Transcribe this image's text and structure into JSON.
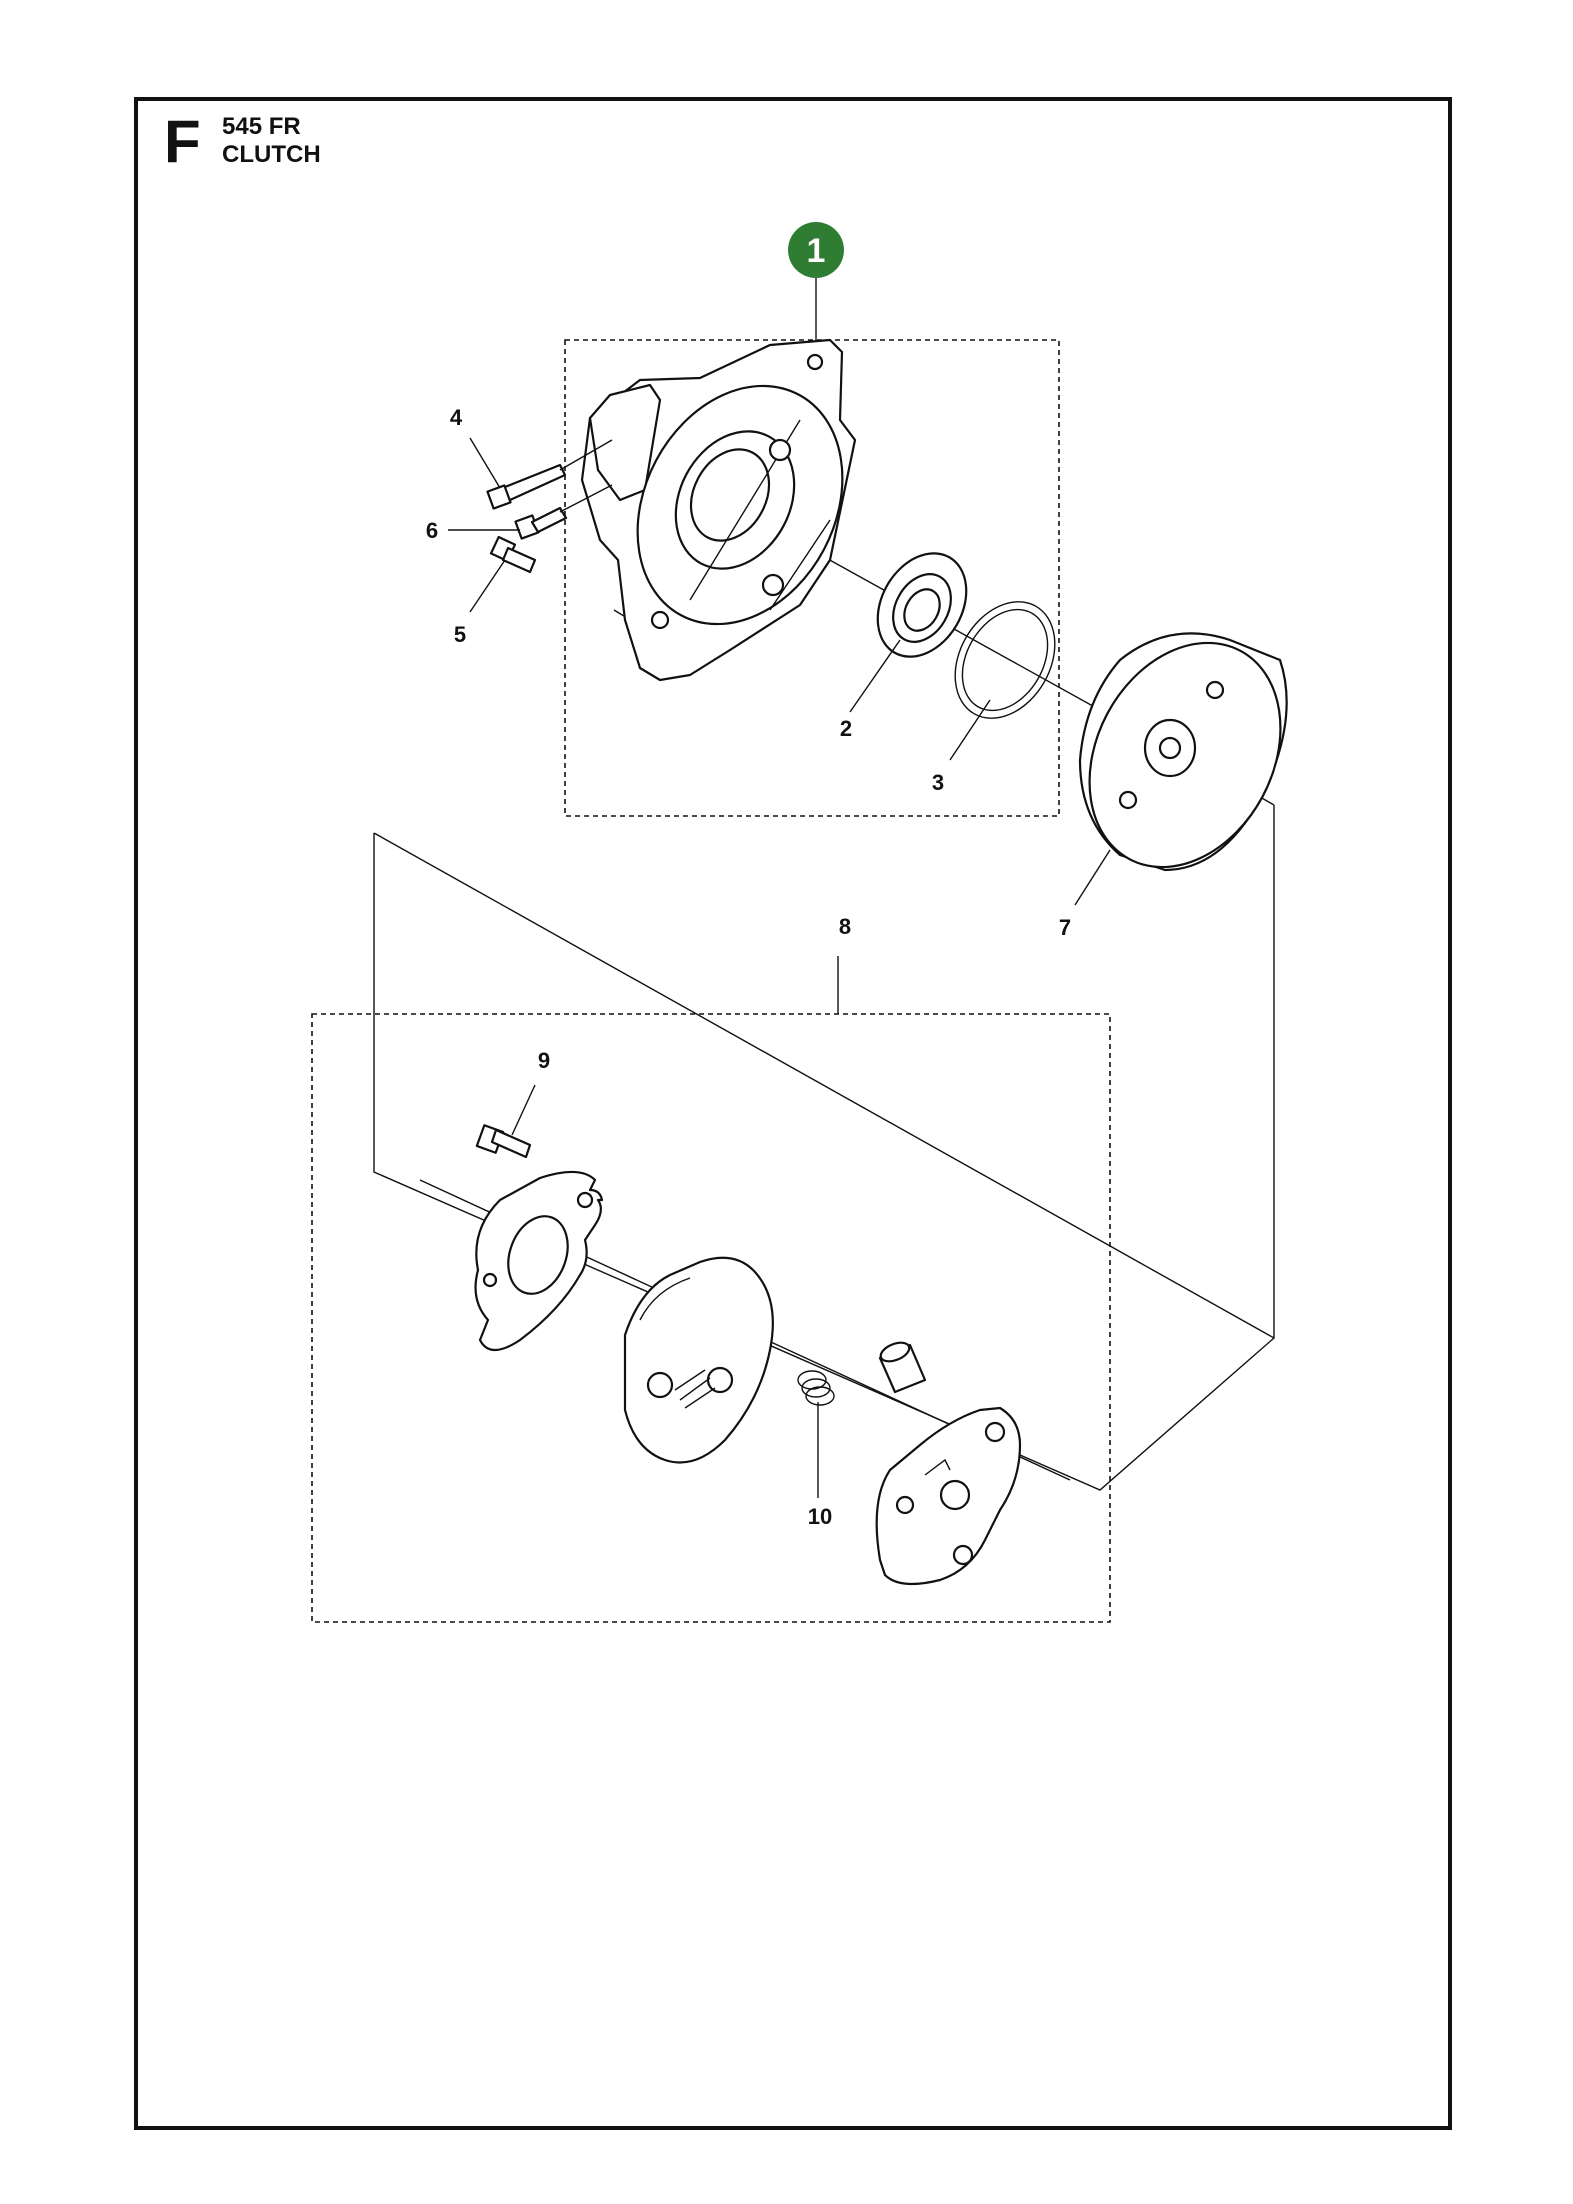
{
  "header": {
    "section_letter": "F",
    "model": "545 FR",
    "title": "CLUTCH"
  },
  "kit_badge": {
    "number": "1",
    "color": "#2e7d32"
  },
  "callouts": [
    "2",
    "3",
    "4",
    "5",
    "6",
    "7",
    "8",
    "9",
    "10"
  ],
  "colors": {
    "line": "#111111",
    "background": "#ffffff",
    "badge": "#2e7d32"
  }
}
